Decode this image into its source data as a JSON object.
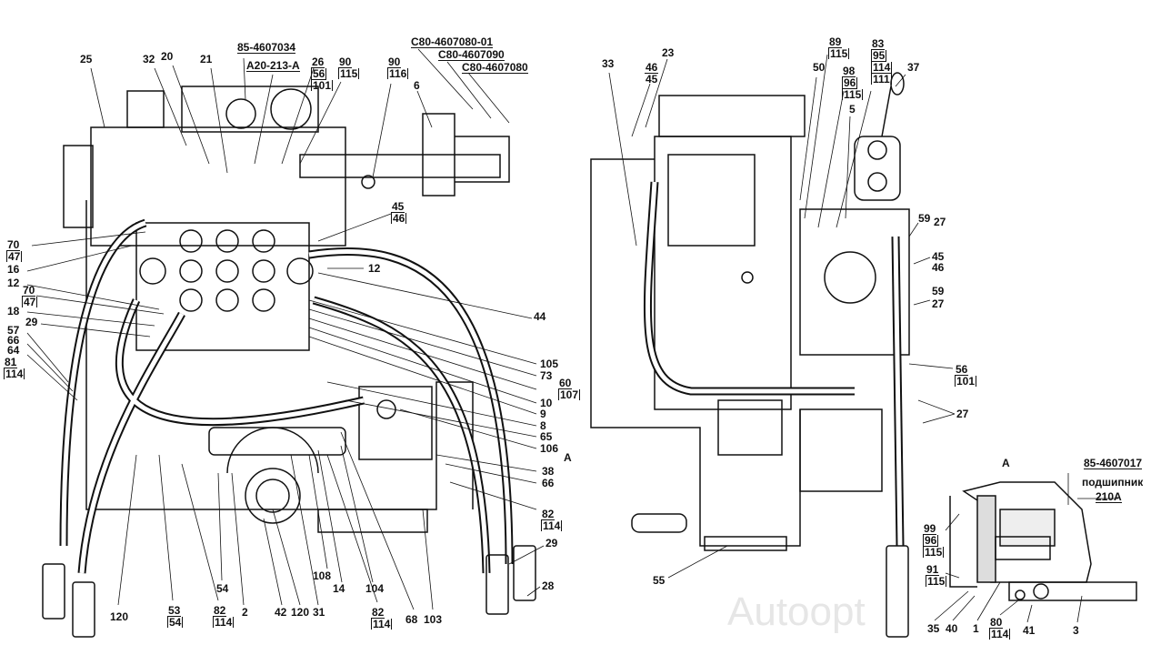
{
  "left_view": {
    "labels": [
      "25",
      "32",
      "20",
      "21",
      "85-4607034",
      "A20-213-A",
      "6",
      "12",
      "44",
      "16",
      "12",
      "18",
      "29",
      "57",
      "66",
      "64",
      "105",
      "73",
      "10",
      "9",
      "8",
      "65",
      "106",
      "A",
      "38",
      "66",
      "29",
      "28",
      "120",
      "54",
      "2",
      "42",
      "120",
      "31",
      "108",
      "14",
      "104",
      "68",
      "103"
    ],
    "stacks": [
      [
        "26",
        "56",
        "101"
      ],
      [
        "90",
        "115"
      ],
      [
        "90",
        "116"
      ],
      [
        "45",
        "46"
      ],
      [
        "70",
        "47"
      ],
      [
        "70",
        "47"
      ],
      [
        "81",
        "114"
      ],
      [
        "60",
        "107"
      ],
      [
        "82",
        "114"
      ],
      [
        "53",
        "54"
      ],
      [
        "82",
        "114"
      ],
      [
        "82",
        "114"
      ]
    ],
    "part_numbers": [
      "C80-4607080-01",
      "C80-4607090",
      "C80-4607080"
    ]
  },
  "right_view": {
    "labels": [
      "33",
      "23",
      "50",
      "37",
      "5",
      "59",
      "27",
      "45",
      "46",
      "59",
      "27",
      "27",
      "55"
    ],
    "stacks": [
      [
        "46",
        "45"
      ],
      [
        "89",
        "115"
      ],
      [
        "98",
        "96",
        "115"
      ],
      [
        "83",
        "95",
        "114",
        "111"
      ],
      [
        "56",
        "101"
      ]
    ]
  },
  "detail_a": {
    "title": "A",
    "part_number": "85-4607017",
    "bearing_label": "подшипник",
    "bearing_model": "210А",
    "labels": [
      "35",
      "40",
      "1",
      "41",
      "3"
    ],
    "stacks": [
      [
        "99",
        "96",
        "115"
      ],
      [
        "91",
        "115"
      ],
      [
        "80",
        "114"
      ]
    ]
  },
  "watermark": "Autoopt"
}
